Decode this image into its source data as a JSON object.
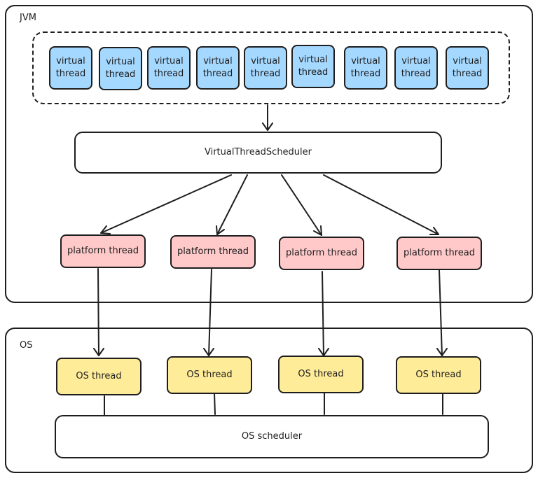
{
  "jvm": {
    "label": "JVM"
  },
  "os": {
    "label": "OS"
  },
  "virtual_threads": [
    "virtual thread",
    "virtual thread",
    "virtual thread",
    "virtual thread",
    "virtual thread",
    "virtual thread",
    "virtual thread",
    "virtual thread",
    "virtual thread"
  ],
  "scheduler": {
    "label": "VirtualThreadScheduler"
  },
  "platform_threads": [
    "platform thread",
    "platform thread",
    "platform thread",
    "platform thread"
  ],
  "os_threads": [
    "OS thread",
    "OS thread",
    "OS thread",
    "OS thread"
  ],
  "os_scheduler": {
    "label": "OS scheduler"
  },
  "colors": {
    "virtual_thread": "#a5d8ff",
    "platform_thread": "#ffc9c9",
    "os_thread": "#ffec99",
    "stroke": "#1e1e1e"
  }
}
